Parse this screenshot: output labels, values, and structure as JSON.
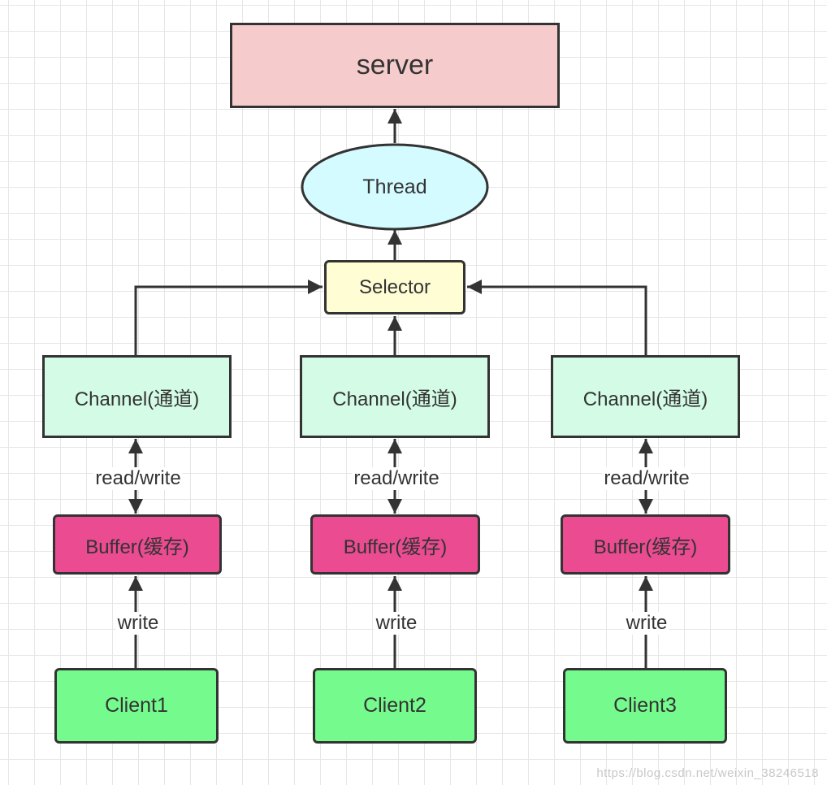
{
  "colors": {
    "server": "#f6cbcb",
    "thread": "#d4fbff",
    "selector": "#fefdd4",
    "channel": "#d3fbe6",
    "buffer": "#ea4b91",
    "client": "#75fb8d",
    "stroke": "#333333"
  },
  "server": {
    "label": "server"
  },
  "thread": {
    "label": "Thread"
  },
  "selector": {
    "label": "Selector"
  },
  "columns": [
    {
      "channel": "Channel(通道)",
      "io_label": "read/write",
      "buffer": "Buffer(缓存)",
      "write_label": "write",
      "client": "Client1"
    },
    {
      "channel": "Channel(通道)",
      "io_label": "read/write",
      "buffer": "Buffer(缓存)",
      "write_label": "write",
      "client": "Client2"
    },
    {
      "channel": "Channel(通道)",
      "io_label": "read/write",
      "buffer": "Buffer(缓存)",
      "write_label": "write",
      "client": "Client3"
    }
  ],
  "watermark": "https://blog.csdn.net/weixin_38246518"
}
